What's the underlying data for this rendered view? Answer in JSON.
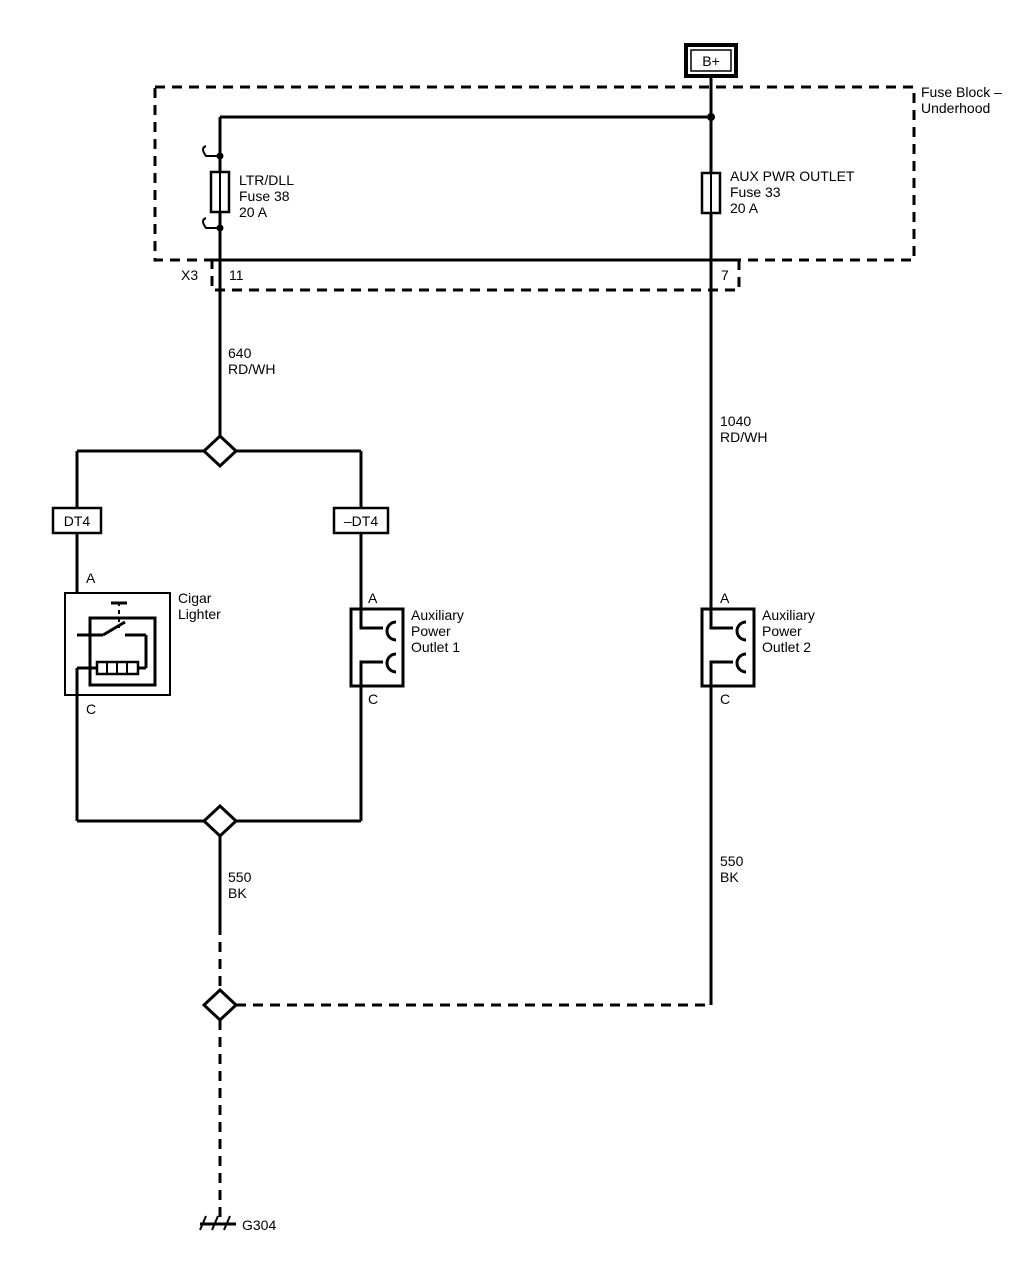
{
  "power_source": {
    "label": "B+"
  },
  "fuse_block": {
    "line1": "Fuse Block –",
    "line2": "Underhood"
  },
  "fuse_ltr": {
    "name": "LTR/DLL",
    "fuse": "Fuse 38",
    "rating": "20 A"
  },
  "fuse_aux": {
    "name": "AUX PWR OUTLET",
    "fuse": "Fuse 33",
    "rating": "20 A"
  },
  "connector": {
    "name": "X3",
    "pin_left": "11",
    "pin_right": "7"
  },
  "wire_640": {
    "circuit": "640",
    "color": "RD/WH"
  },
  "wire_1040": {
    "circuit": "1040",
    "color": "RD/WH"
  },
  "wire_550_left": {
    "circuit": "550",
    "color": "BK"
  },
  "wire_550_right": {
    "circuit": "550",
    "color": "BK"
  },
  "option_left": {
    "label": "DT4"
  },
  "option_right": {
    "label": "–DT4"
  },
  "cigar_lighter": {
    "line1": "Cigar",
    "line2": "Lighter",
    "pin_a": "A",
    "pin_c": "C"
  },
  "aux_outlet_1": {
    "line1": "Auxiliary",
    "line2": "Power",
    "line3": "Outlet 1",
    "pin_a": "A",
    "pin_c": "C"
  },
  "aux_outlet_2": {
    "line1": "Auxiliary",
    "line2": "Power",
    "line3": "Outlet 2",
    "pin_a": "A",
    "pin_c": "C"
  },
  "ground": {
    "label": "G304"
  }
}
